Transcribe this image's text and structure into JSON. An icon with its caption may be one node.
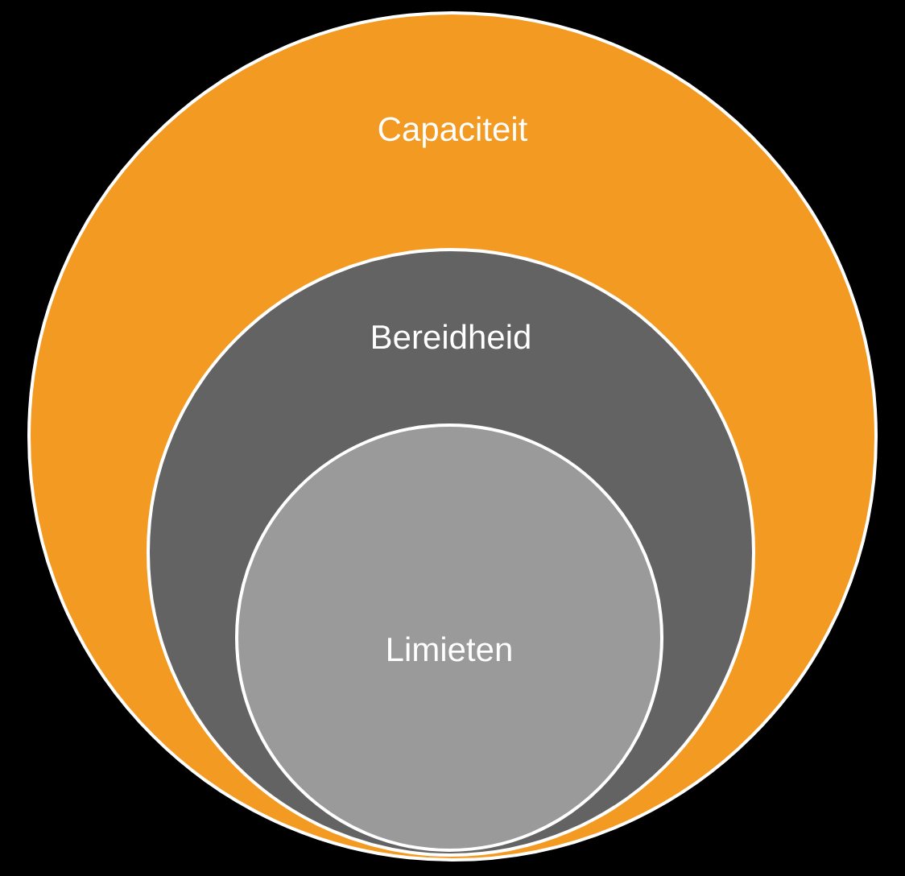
{
  "diagram": {
    "nodes": [
      {
        "text": [
          "Capaciteit"
        ]
      },
      {
        "text": [
          "Bereidheid"
        ],
        "in": 0
      },
      {
        "text": [
          "Limieten"
        ],
        "in": 1
      }
    ]
  }
}
